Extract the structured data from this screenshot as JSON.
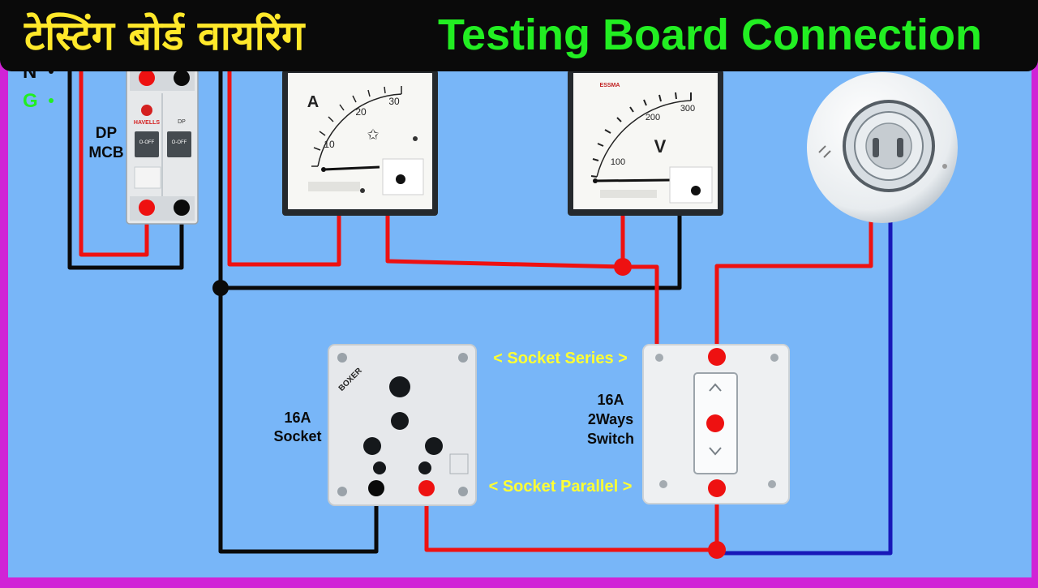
{
  "header": {
    "title_hindi": "टेस्टिंग बोर्ड वायरिंग",
    "title_english": "Testing Board Connection"
  },
  "supply_labels": {
    "neutral": "N",
    "ground": "G"
  },
  "mcb": {
    "label_line1": "DP",
    "label_line2": "MCB",
    "brand": "HAVELLS",
    "model_tag": "DP",
    "off_left": "O-OFF",
    "off_right": "O-OFF"
  },
  "ammeter": {
    "unit": "A",
    "ticks": [
      "10",
      "20",
      "30"
    ]
  },
  "voltmeter": {
    "brand": "ESSMA",
    "unit": "V",
    "ticks": [
      "100",
      "200",
      "300"
    ]
  },
  "socket": {
    "brand": "BOXER",
    "label_line1": "16A",
    "label_line2": "Socket"
  },
  "switch": {
    "label_line1": "16A",
    "label_line2": "2Ways",
    "label_line3": "Switch"
  },
  "connection_labels": {
    "series": "< Socket Series >",
    "parallel": "< Socket Parallel >"
  },
  "colors": {
    "background": "#78b6f8",
    "border": "#d024d6",
    "title_bar": "#0a0a0a",
    "title_hindi": "#ffe82a",
    "title_english": "#22ee22",
    "phase_wire": "#ee1111",
    "neutral_wire": "#0a0a0a",
    "return_wire": "#1818b8",
    "annotation": "#ffff33"
  }
}
